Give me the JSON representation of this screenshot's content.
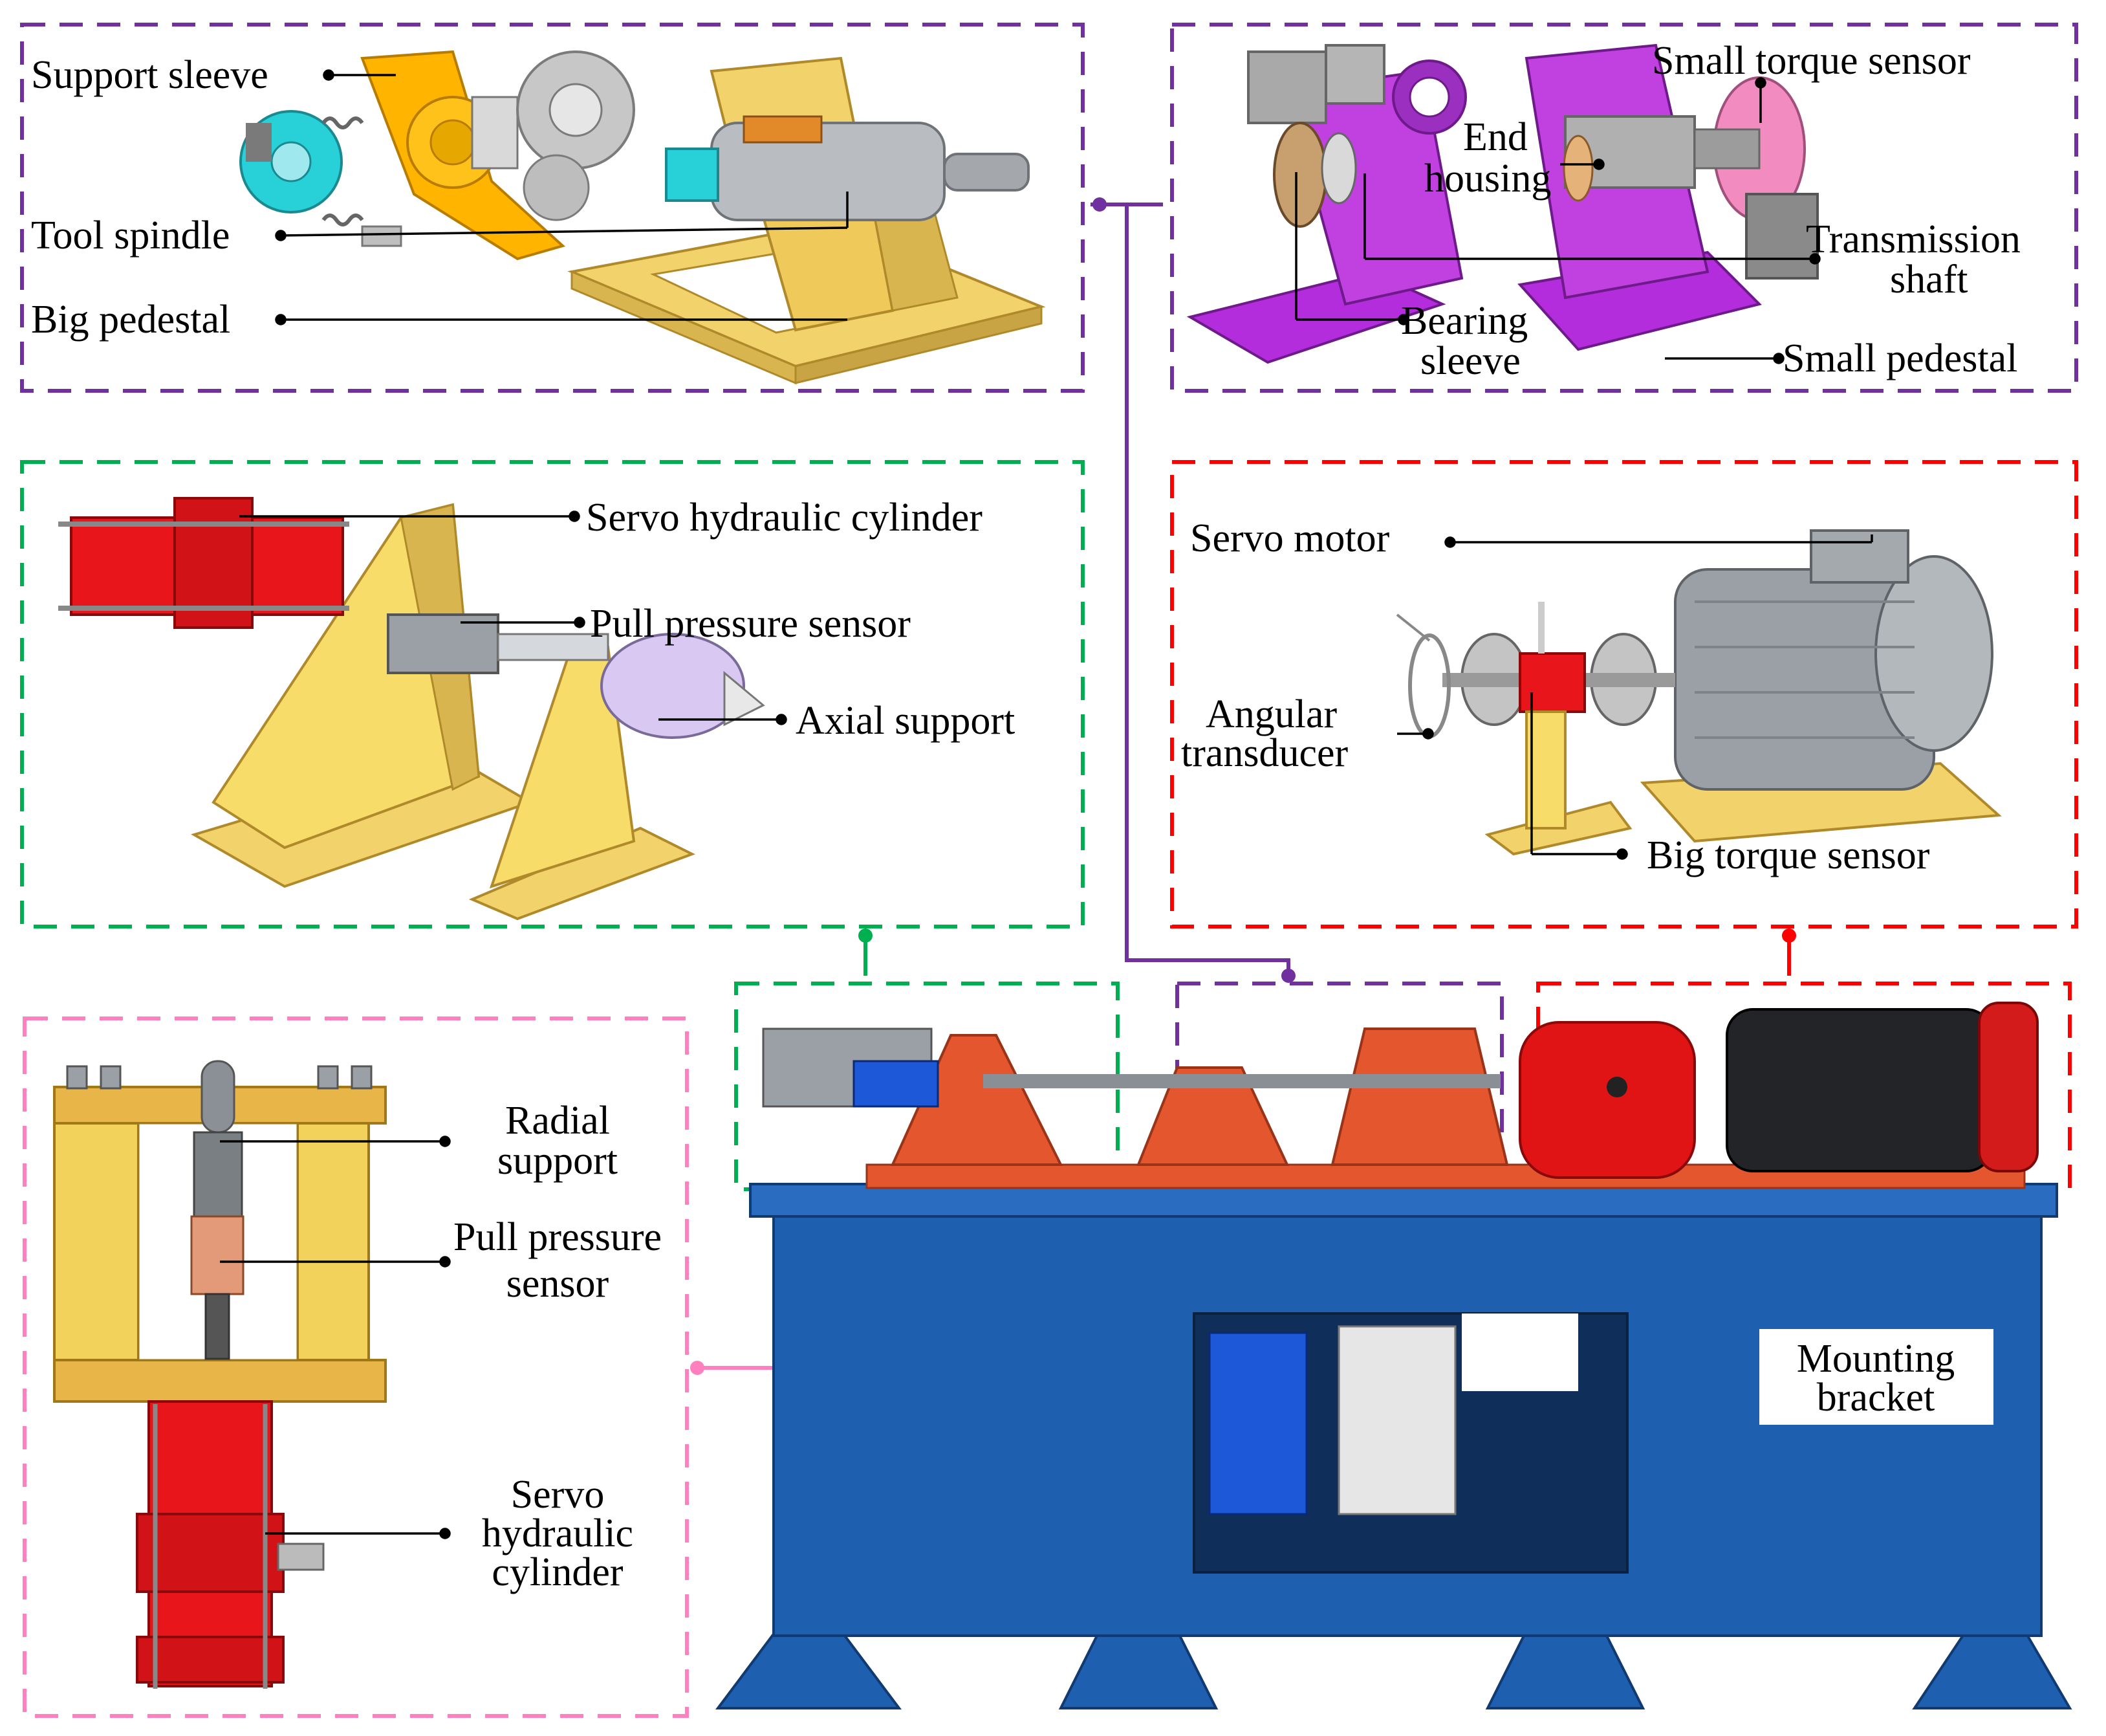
{
  "colors": {
    "purple": "#7030a0",
    "green": "#00b050",
    "red": "#ff0000",
    "pink": "#ff7fbf",
    "machine_blue": "#1f5fb0",
    "machine_orange": "#e4572e",
    "part_yellow": "#f2d36b",
    "part_magenta": "#c040e0",
    "part_cyan": "#28d0d8",
    "part_red": "#e8161b",
    "part_gray": "#9aa0a6"
  },
  "labels": {
    "support_sleeve": "Support sleeve",
    "tool_spindle": "Tool spindle",
    "big_pedestal": "Big pedestal",
    "small_torque_sensor": "Small torque sensor",
    "end_housing": [
      "End",
      "housing"
    ],
    "transmission_shaft": [
      "Transmission",
      "shaft"
    ],
    "bearing_sleeve": [
      "Bearing",
      "sleeve"
    ],
    "small_pedestal": "Small pedestal",
    "servo_hydraulic_cylinder_top": "Servo hydraulic cylinder",
    "pull_pressure_sensor_top": "Pull pressure sensor",
    "axial_support": "Axial support",
    "servo_motor": "Servo motor",
    "angular_transducer": [
      "Angular",
      "transducer"
    ],
    "big_torque_sensor": "Big torque sensor",
    "radial_support": [
      "Radial",
      "support"
    ],
    "pull_pressure_sensor_left": [
      "Pull pressure",
      "sensor"
    ],
    "servo_hydraulic_cylinder_left": [
      "Servo",
      "hydraulic",
      "cylinder"
    ],
    "mounting_bracket": [
      "Mounting",
      "bracket"
    ]
  }
}
